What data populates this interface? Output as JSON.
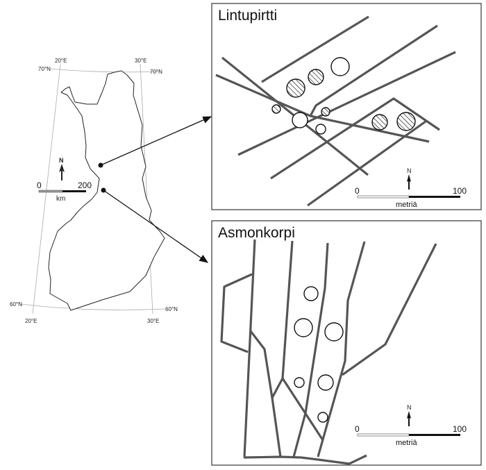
{
  "overview_map": {
    "grid_labels": {
      "lat_70_left": "70°N",
      "lat_70_right": "70°N",
      "lat_60_left": "60°N",
      "lat_60_right": "60°N",
      "lon_20_top": "20°E",
      "lon_30_top": "30°E",
      "lon_20_bottom": "20°E",
      "lon_30_bottom": "30°E"
    },
    "north_label": "N",
    "scale": {
      "start": "0",
      "end": "200",
      "unit": "km"
    }
  },
  "panels": [
    {
      "title": "Lintupirtti",
      "north_label": "N",
      "scale": {
        "start": "0",
        "end": "100",
        "unit": "metriä"
      }
    },
    {
      "title": "Asmonkorpi",
      "north_label": "N",
      "scale": {
        "start": "0",
        "end": "100",
        "unit": "metriä"
      }
    }
  ],
  "colors": {
    "road": "#555555",
    "line": "#111111",
    "grid": "#aaaaaa"
  }
}
